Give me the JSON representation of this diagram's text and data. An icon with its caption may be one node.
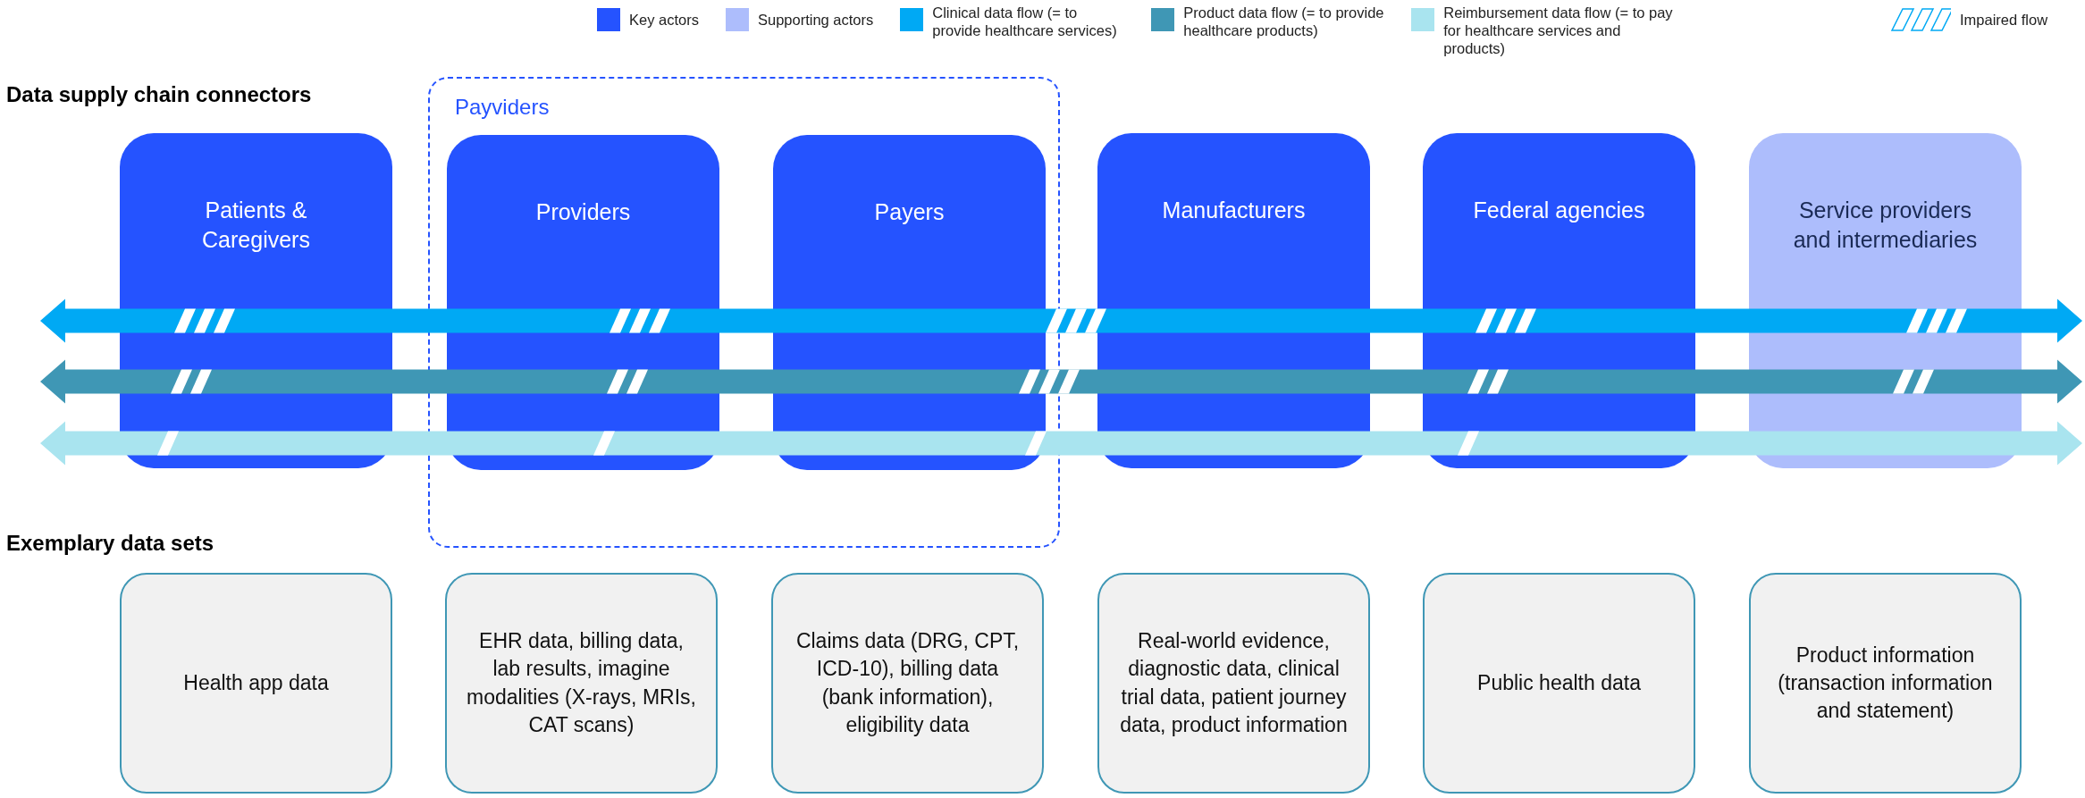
{
  "diagram": {
    "nodes": [
      {
        "text": [
          "Payviders"
        ]
      },
      {
        "text": [
          "Patients & Caregivers"
        ]
      },
      {
        "text": [
          "Providers"
        ],
        "in": 0
      },
      {
        "text": [
          "Payers"
        ],
        "in": 0
      },
      {
        "text": [
          "Manufacturers"
        ]
      },
      {
        "text": [
          "Federal agencies"
        ]
      },
      {
        "text": [
          "Service providers and intermediaries"
        ]
      },
      {
        "text": [
          "Health app data"
        ]
      },
      {
        "text": [
          "EHR data, billing data, lab results, imagine modalities (X-rays, MRIs, CAT scans)"
        ]
      },
      {
        "text": [
          "Claims data (DRG, CPT, ICD-10), billing data (bank information), eligibility data"
        ]
      },
      {
        "text": [
          "Real-world evidence, diagnostic data, clinical trial data, patient journey data, product information"
        ]
      },
      {
        "text": [
          "Public health data"
        ]
      },
      {
        "text": [
          "Product information (transaction information and statement)"
        ]
      }
    ],
    "labels": [
      "Data supply chain connectors",
      "Exemplary data sets"
    ],
    "legend": [
      {
        "text": "Key actors",
        "color": "#2553ff"
      },
      {
        "text": "Supporting actors",
        "color": "#adbdfc"
      },
      {
        "text": "Clinical data flow (= to provide healthcare services)",
        "color": "#00a9f4"
      },
      {
        "text": "Product data flow (= to provide healthcare products)",
        "color": "#3f97b5"
      },
      {
        "text": "Reimbursement data flow (= to pay for healthcare services and products)",
        "color": "#a9e4ef"
      },
      {
        "text": "Impaired flow"
      }
    ]
  }
}
